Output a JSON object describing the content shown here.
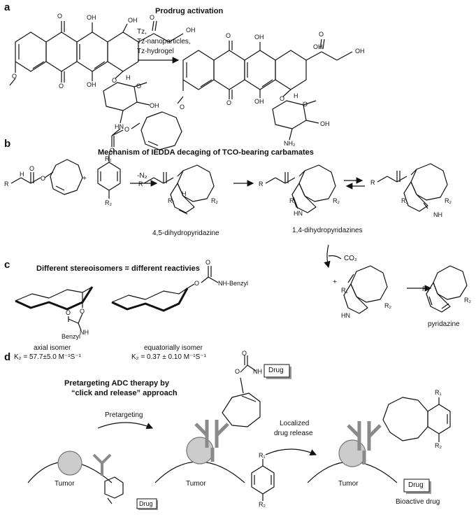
{
  "panels": {
    "a": {
      "letter": "a",
      "title": "Prodrug activation",
      "reagents": [
        "Tz,",
        "Tz-nanoparticles,",
        "Tz-hydrogel"
      ]
    },
    "b": {
      "letter": "b",
      "title": "Mechanism of IEDDA decaging of TCO-bearing carbamates",
      "plus": "+",
      "n2_loss": "-N₂",
      "co2": "CO₂",
      "intermediate1": "4,5-dihydropyridazine",
      "intermediate2": "1,4-dihydropyridazines",
      "product": "pyridazine"
    },
    "c": {
      "letter": "c",
      "title": "Different stereoisomers = different reactivies",
      "axial_label": "axial isomer",
      "axial_k2": "K₂ = 57.7±5.0 M⁻¹S⁻¹",
      "equatorial_label": "equatorially  isomer",
      "equatorial_k2": "K₂ = 0.37 ± 0.10 M⁻¹S⁻¹",
      "benzyl_nh": "Benzyl",
      "nh_benzyl": "NH-Benzyl"
    },
    "d": {
      "letter": "d",
      "title_line1": "Pretargeting ADC therapy by",
      "title_line2": "“click and release” approach",
      "step1": "Pretargeting",
      "step2_line1": "Localized",
      "step2_line2": "drug release",
      "tumor": "Tumor",
      "drug": "Drug",
      "bioactive": "Bioactive drug"
    }
  },
  "atoms": {
    "oh": "OH",
    "o": "O",
    "h": "H",
    "n": "N",
    "nh": "NH",
    "nh2": "NH₂",
    "r": "R",
    "r1": "R₁",
    "r2": "R₂",
    "hn": "HN"
  },
  "colors": {
    "ink": "#111111",
    "antibody": "#8a8a8a",
    "tumor_cell": "#cccccc"
  }
}
